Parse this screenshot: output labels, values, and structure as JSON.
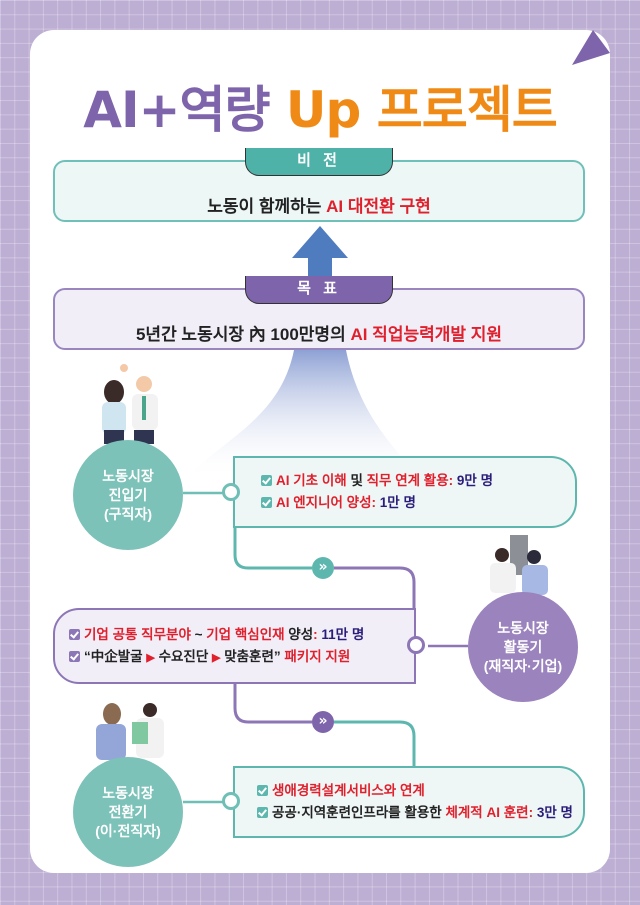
{
  "title": {
    "part1": "AI+역량",
    "part2": "Up 프로젝트"
  },
  "vision": {
    "tab": "비 전",
    "text_plain": "노동이 함께하는 ",
    "text_highlight": "AI 대전환 구현"
  },
  "goal": {
    "tab": "목 표",
    "text_plain": "5년간 노동시장 內 100만명의 ",
    "text_highlight": "AI 직업능력개발 지원"
  },
  "stages": [
    {
      "name_line1": "노동시장",
      "name_line2": "진입기",
      "name_line3": "(구직자)",
      "items": [
        {
          "red1": "AI 기초 이해",
          "plain1": " 및 ",
          "red2": "직무 연계 활용",
          "sep": ": ",
          "count": "9만 명"
        },
        {
          "red1": "AI 엔지니어 양성",
          "sep": ": ",
          "count": "1만 명"
        }
      ]
    },
    {
      "name_line1": "노동시장",
      "name_line2": "활동기",
      "name_line3": "(재직자·기업)",
      "items": [
        {
          "red1": "기업 공통 직무분야",
          "plain1": " ~ ",
          "red2": "기업 핵심인재",
          "plain2": " 양성",
          "sep": ": ",
          "count": "11만 명"
        },
        {
          "q1": "“中企발굴 ",
          "arrow": "▶",
          "q2": " 수요진단 ",
          "q3": " 맞춤훈련”",
          "red1": " 패키지 지원"
        }
      ]
    },
    {
      "name_line1": "노동시장",
      "name_line2": "전환기",
      "name_line3": "(이·전직자)",
      "items": [
        {
          "red1": "생애경력설계서비스와 연계"
        },
        {
          "plain1": "공공·지역훈련인프라를 활용한 ",
          "red1": "체계적 AI 훈련",
          "sep": ": ",
          "count": "3만 명"
        }
      ]
    }
  ],
  "connectors": {
    "chevron": "»"
  },
  "colors": {
    "teal": "#5db7ae",
    "purple": "#7d64ab",
    "orange": "#f08a16",
    "red": "#e0202c",
    "navy": "#2a1d7a",
    "arrow_blue": "#4f7bbf"
  }
}
